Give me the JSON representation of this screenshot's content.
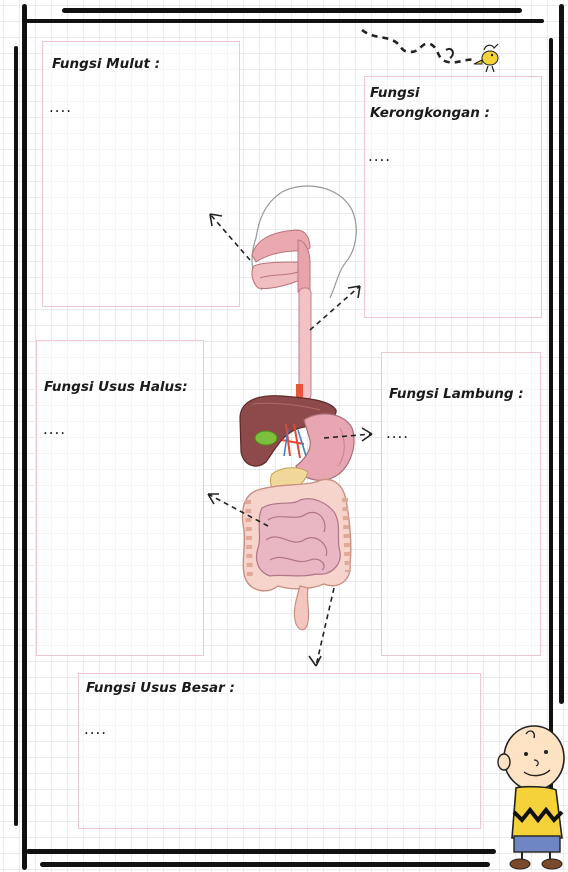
{
  "boxes": {
    "mulut": {
      "title": "Fungsi Mulut :",
      "content": "...."
    },
    "kerongkongan": {
      "title_line1": "Fungsi",
      "title_line2": "Kerongkongan :",
      "content": "...."
    },
    "usus_halus": {
      "title": "Fungsi Usus Halus:",
      "content": "...."
    },
    "lambung": {
      "title": "Fungsi Lambung :",
      "content": "...."
    },
    "usus_besar": {
      "title": "Fungsi Usus Besar :",
      "content": "...."
    }
  },
  "colors": {
    "frame": "#111111",
    "box_border": "#f0c6cf",
    "grid": "#e9e9ee"
  },
  "icons": [
    "digestive-system-illustration",
    "woodstock-bird-icon",
    "charlie-brown-character-icon",
    "dashed-arrow-icon"
  ]
}
